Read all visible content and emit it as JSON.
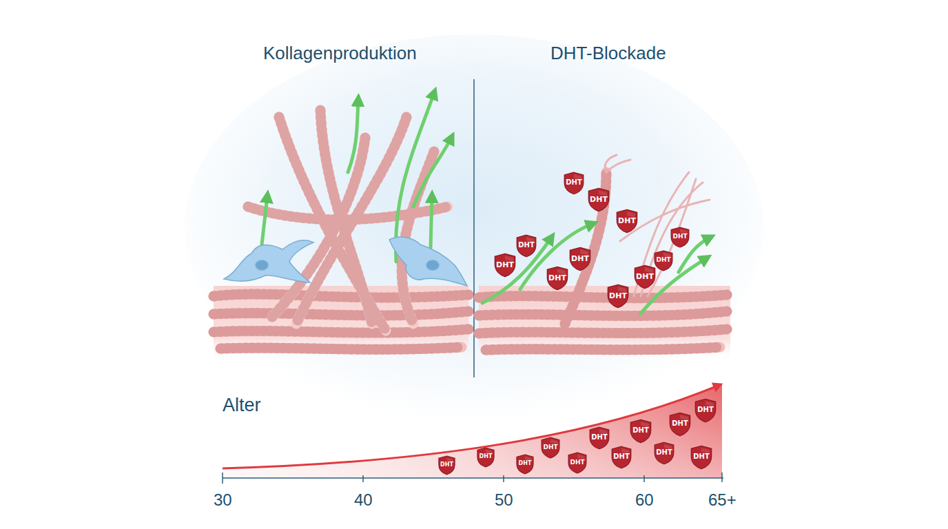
{
  "diagram": {
    "nodes": [
      {
        "text": [
          "DHT"
        ]
      },
      {
        "text": [
          "DHT"
        ]
      },
      {
        "text": [
          "DHT"
        ]
      },
      {
        "text": [
          "DHT"
        ]
      },
      {
        "text": [
          "DHT"
        ]
      },
      {
        "text": [
          "DHT"
        ]
      },
      {
        "text": [
          "DHT"
        ]
      },
      {
        "text": [
          "DHT"
        ]
      },
      {
        "text": [
          "DHT"
        ]
      },
      {
        "text": [
          "DHT"
        ]
      },
      {
        "text": [
          "DHT"
        ]
      },
      {
        "text": [
          "DHT"
        ]
      },
      {
        "text": [
          "DHT"
        ]
      },
      {
        "text": [
          "DHT"
        ]
      },
      {
        "text": [
          "DHT"
        ]
      },
      {
        "text": [
          "DHT"
        ]
      },
      {
        "text": [
          "DHT"
        ]
      },
      {
        "text": [
          "DHT"
        ]
      },
      {
        "text": [
          "DHT"
        ]
      },
      {
        "text": [
          "DHT"
        ]
      },
      {
        "text": [
          "DHT"
        ]
      },
      {
        "text": [
          "DHT"
        ]
      },
      {
        "text": [
          "DHT"
        ]
      }
    ],
    "labels": [
      "Kollagenproduktion",
      "DHT-Blockade",
      "Alter",
      "30",
      "40",
      "50",
      "60",
      "65+"
    ]
  }
}
